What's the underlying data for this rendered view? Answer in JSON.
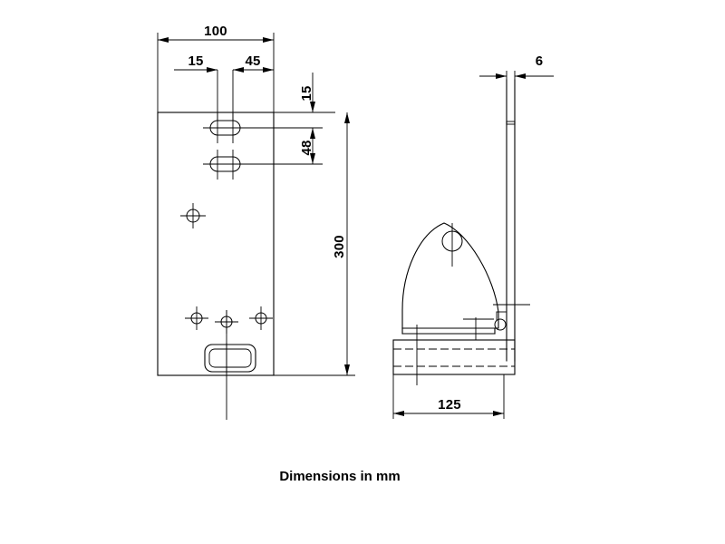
{
  "drawing": {
    "caption": "Dimensions in mm",
    "units": "mm",
    "line_color": "#000000",
    "background_color": "#ffffff",
    "views": {
      "front": {
        "name": "front-view",
        "dimensions": {
          "overall_width": "100",
          "slot_offset_left": "15",
          "slot_offset_right": "45",
          "top_edge_to_first_slot": "15",
          "slot_to_slot": "48",
          "overall_height": "300"
        },
        "features": {
          "slot_count": 2,
          "round_hole_count": 4,
          "rounded_cutout_count": 1
        }
      },
      "side": {
        "name": "side-view",
        "dimensions": {
          "plate_thickness": "6",
          "base_length": "125"
        },
        "features": {
          "bracket_hole_count": 1,
          "pivot_pin_count": 1
        }
      }
    }
  },
  "chart_data": {
    "type": "table",
    "title": "Dimensions in mm",
    "categories": [
      "100",
      "15",
      "45",
      "15",
      "48",
      "300",
      "6",
      "125"
    ],
    "values": [
      100,
      15,
      45,
      15,
      48,
      300,
      6,
      125
    ],
    "xlabel": "",
    "ylabel": "",
    "annotations": [
      {
        "label": "100",
        "view": "front",
        "orientation": "horizontal",
        "meaning": "overall plate width"
      },
      {
        "label": "15",
        "view": "front",
        "orientation": "horizontal",
        "meaning": "left edge to slot left end"
      },
      {
        "label": "45",
        "view": "front",
        "orientation": "horizontal",
        "meaning": "slot right end to right edge"
      },
      {
        "label": "15",
        "view": "front",
        "orientation": "vertical",
        "meaning": "top edge to first slot centre"
      },
      {
        "label": "48",
        "view": "front",
        "orientation": "vertical",
        "meaning": "slot centre to slot centre"
      },
      {
        "label": "300",
        "view": "front",
        "orientation": "vertical",
        "meaning": "overall plate height"
      },
      {
        "label": "6",
        "view": "side",
        "orientation": "horizontal",
        "meaning": "plate thickness"
      },
      {
        "label": "125",
        "view": "side",
        "orientation": "horizontal",
        "meaning": "base length"
      }
    ]
  }
}
